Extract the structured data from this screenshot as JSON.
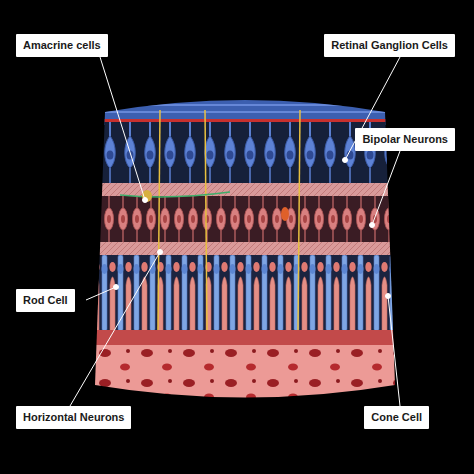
{
  "diagram": {
    "labels": [
      "Amacrine cells",
      "Retinal Ganglion Cells",
      "Bipolar Neurons",
      "Rod Cell",
      "Horizontal Neurons",
      "Cone Cell"
    ]
  }
}
